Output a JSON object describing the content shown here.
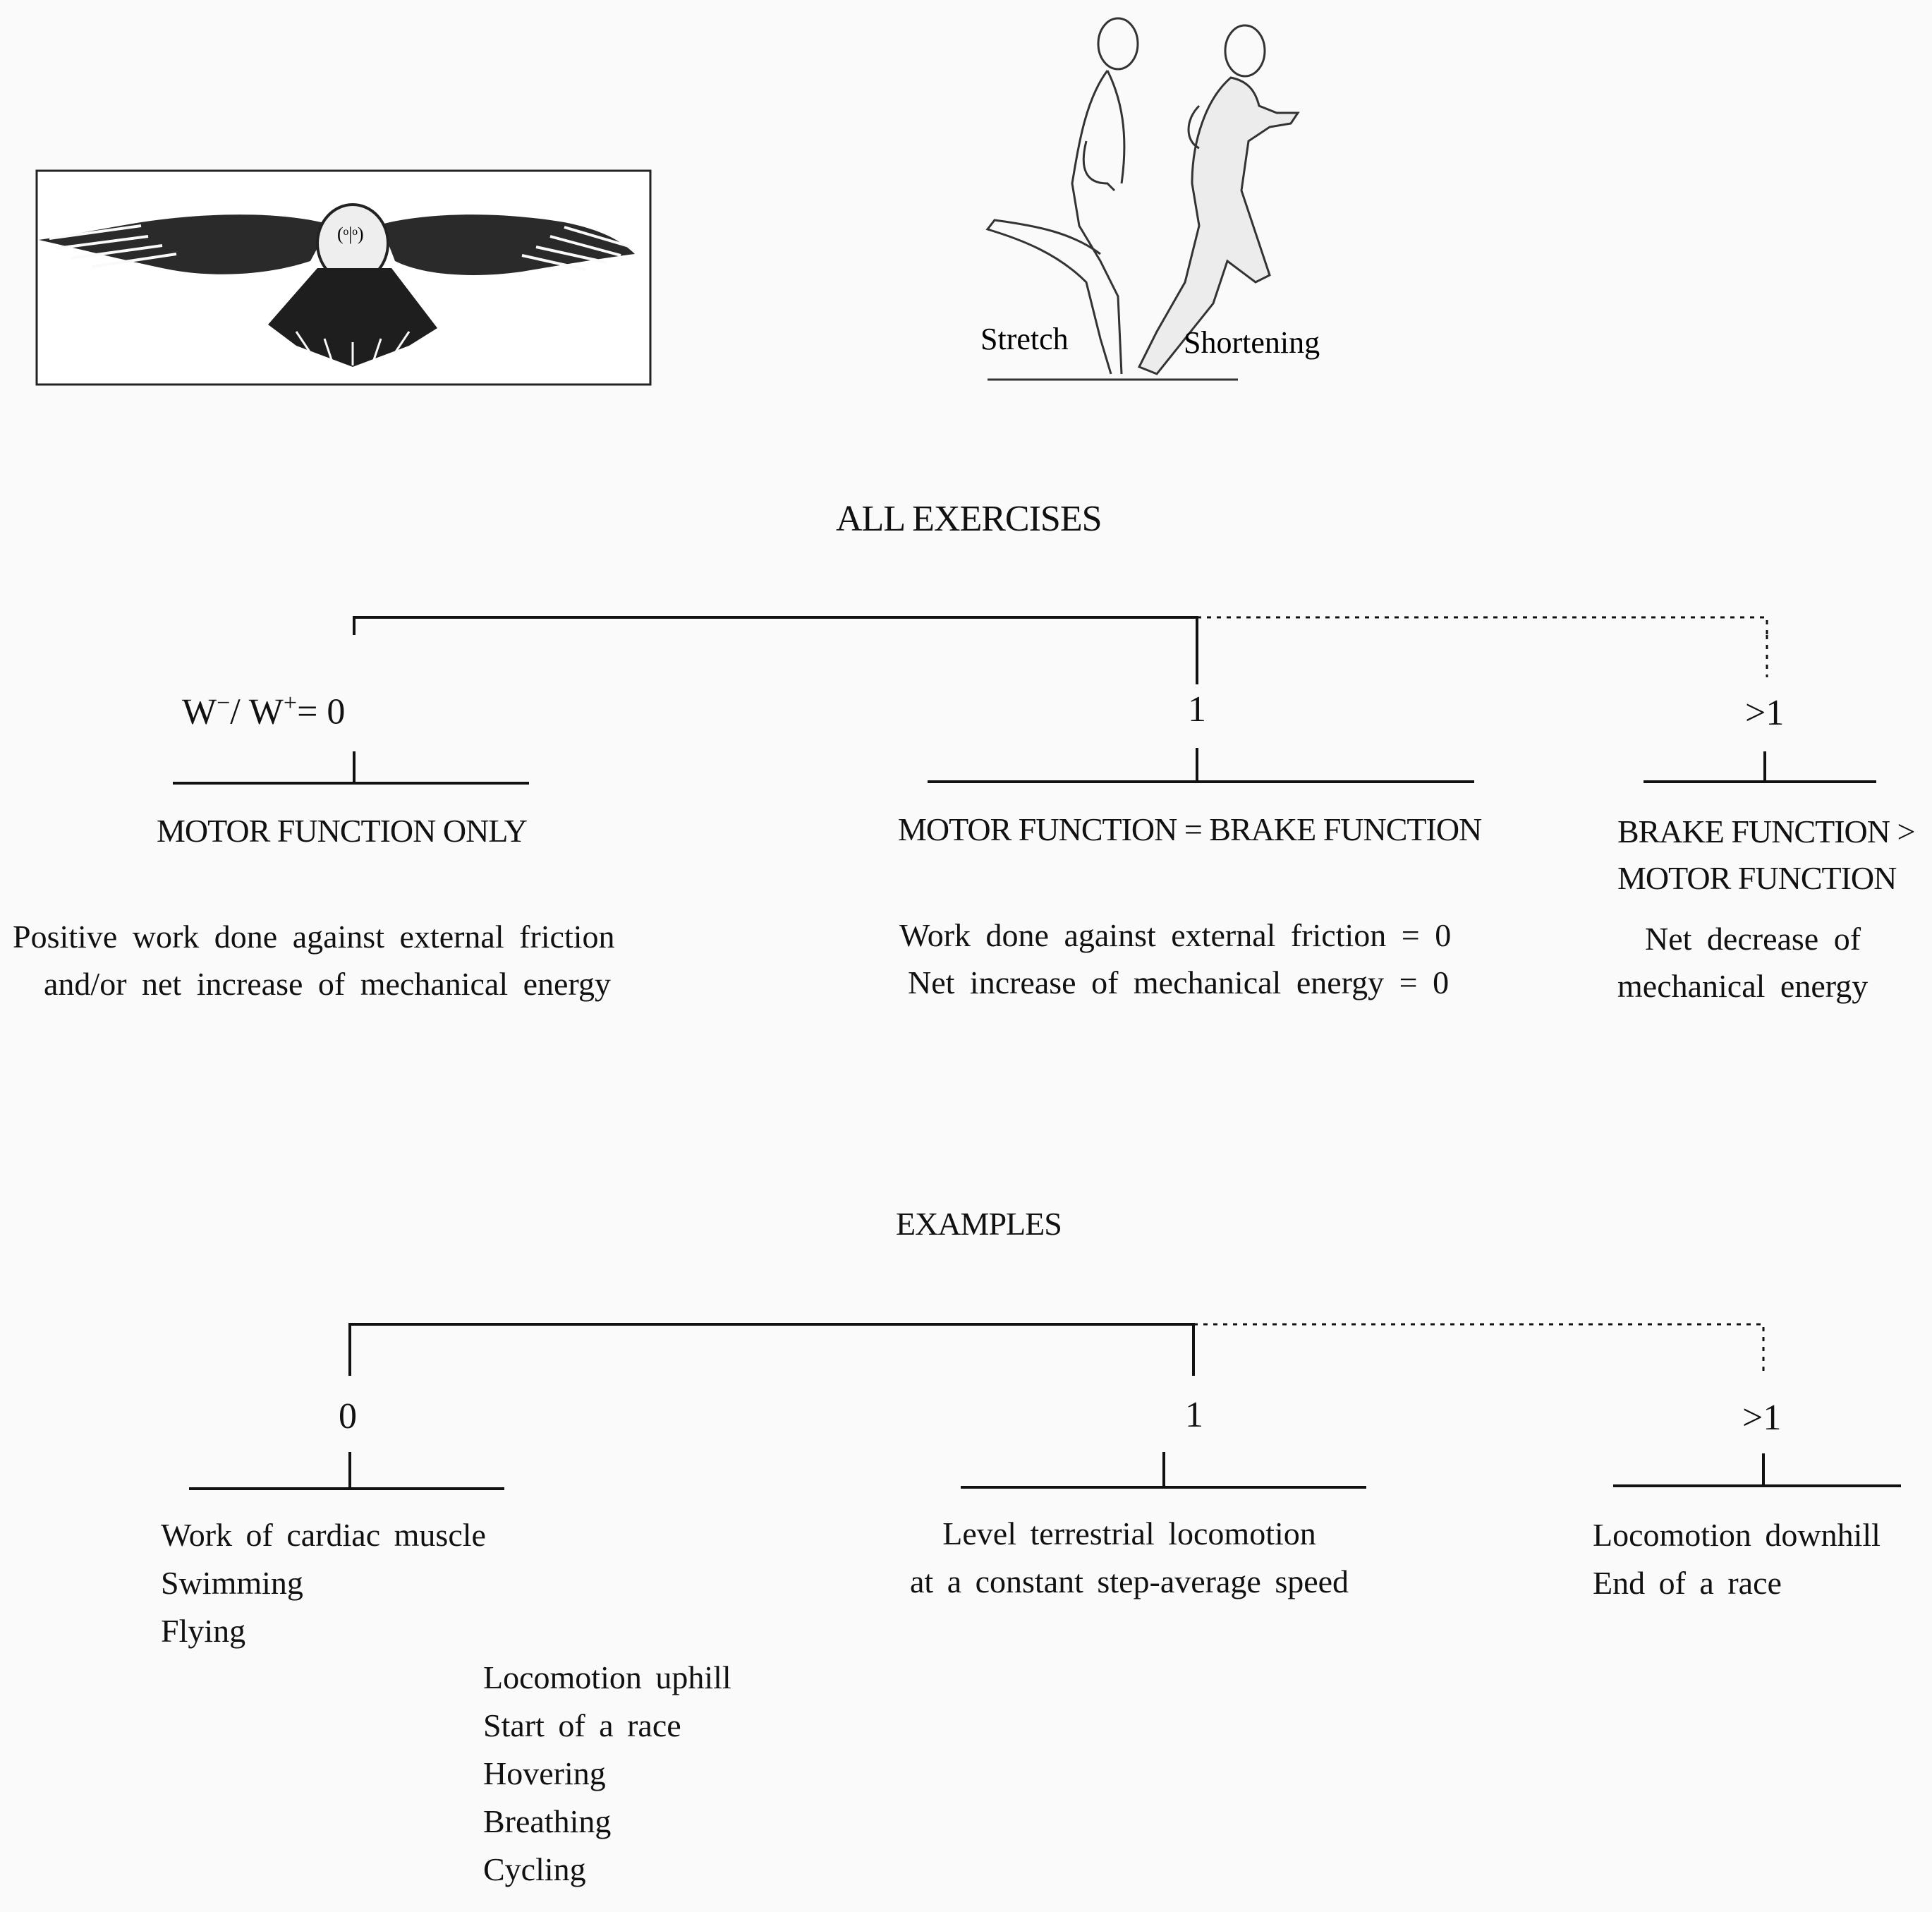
{
  "illustrations": {
    "bird": "bird-in-flight",
    "runners": "running-figures",
    "stretch_label": "Stretch",
    "shortening_label": "Shortening"
  },
  "section1": {
    "title": "ALL EXERCISES",
    "ratio_label": {
      "w": "W",
      "minus": "−",
      "slash": "/",
      "w2": "W",
      "plus": "+",
      "eq": "= 0"
    },
    "value_mid": "1",
    "value_right": ">1",
    "cat_left": "MOTOR FUNCTION ONLY",
    "cat_mid": "MOTOR FUNCTION = BRAKE FUNCTION",
    "cat_right_1": "BRAKE FUNCTION >",
    "cat_right_2": "MOTOR FUNCTION",
    "desc_left_1": "Positive work done against external friction",
    "desc_left_2": "and/or net increase of mechanical energy",
    "desc_mid_1": "Work done against external friction = 0",
    "desc_mid_2": "Net increase of mechanical energy = 0",
    "desc_right_1": "Net decrease of",
    "desc_right_2": "mechanical energy"
  },
  "section2": {
    "title": "EXAMPLES",
    "value_left": "0",
    "value_mid": "1",
    "value_right": ">1",
    "ex_left": [
      "Work of cardiac muscle",
      "Swimming",
      "Flying"
    ],
    "ex_left_lower": [
      "Locomotion uphill",
      "Start of a race",
      "Hovering",
      "Breathing",
      "Cycling"
    ],
    "ex_mid": [
      "Level terrestrial locomotion",
      "at a constant step-average speed"
    ],
    "ex_right": [
      "Locomotion downhill",
      "End of a race"
    ]
  }
}
